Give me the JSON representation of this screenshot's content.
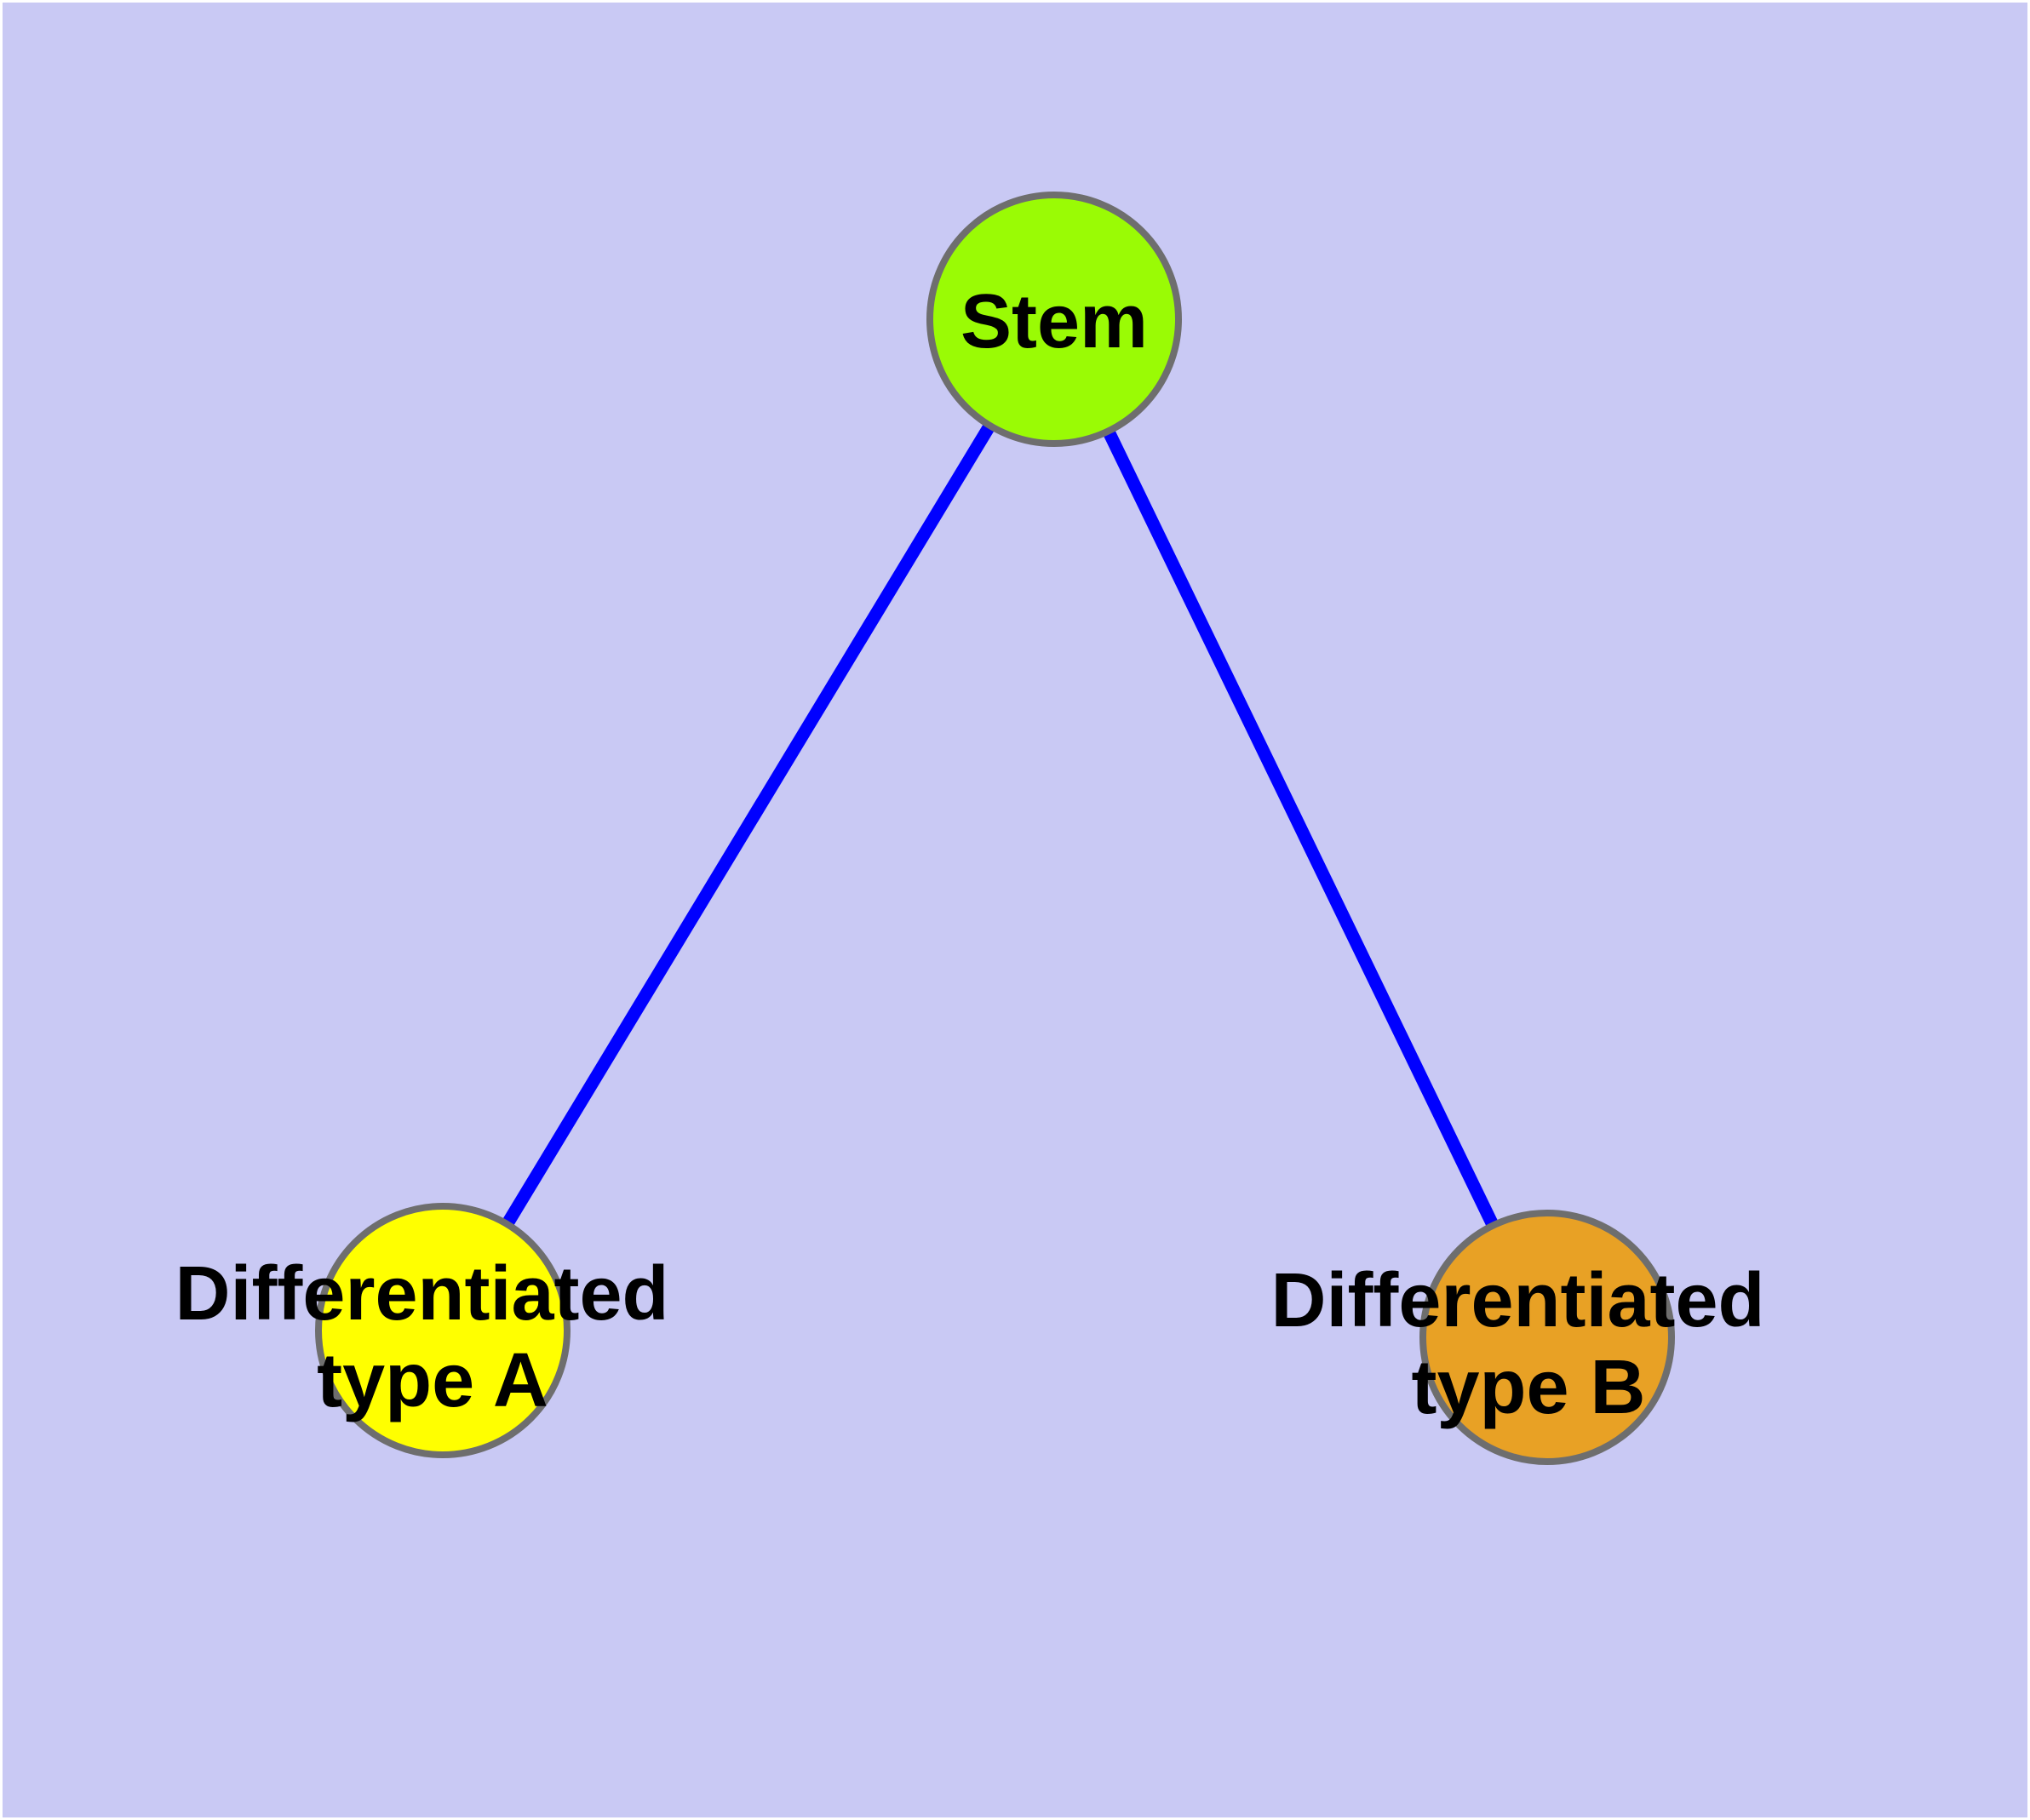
{
  "diagram": {
    "title": "",
    "background_color": "#C9C9F4",
    "frame_color": "#FFFFFF",
    "edge_color": "#0000FF",
    "node_border_color": "#6E6E6E",
    "text_color": "#000000",
    "nodes": [
      {
        "id": "stem",
        "label": "Stem",
        "label_line1": "Stem",
        "label_line2": "",
        "color": "#9AFB05"
      },
      {
        "id": "differentiated-type-a",
        "label": "Differentiated type A",
        "label_line1": "Differentiated",
        "label_line2": "type A",
        "color": "#FFFF00"
      },
      {
        "id": "differentiated-type-b",
        "label": "Differentiated type B",
        "label_line1": "Differentiated",
        "label_line2": "type B",
        "color": "#E8A125"
      }
    ],
    "edges": [
      {
        "from": "Stem",
        "to": "Differentiated type A"
      },
      {
        "from": "Stem",
        "to": "Differentiated type B"
      }
    ]
  }
}
